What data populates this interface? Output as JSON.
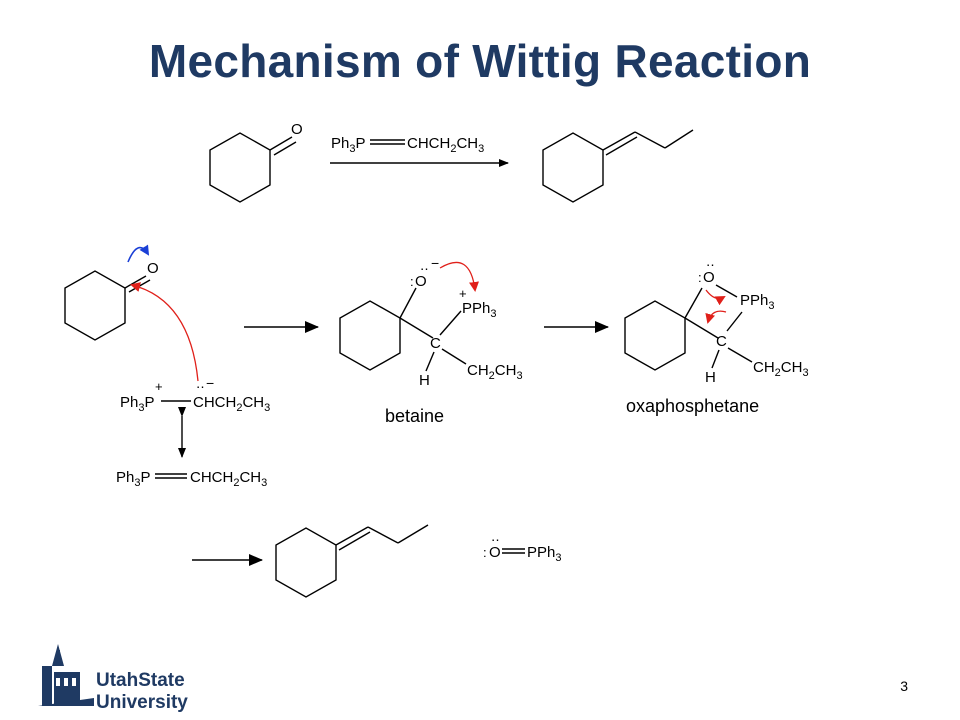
{
  "slide": {
    "title": "Mechanism of Wittig Reaction",
    "page_number": "3"
  },
  "reagent": {
    "ylide_left": "Ph3P",
    "ylide_right": "CHCH2CH3"
  },
  "mechanism": {
    "carbonyl_O": "O",
    "ylide_zwitterion_left": "Ph3P",
    "ylide_zwitterion_right": "CHCH2CH3",
    "ylide_neutral_left": "Ph3P",
    "ylide_neutral_right": "CHCH2CH3",
    "betaine_label": "betaine",
    "oxaphosphetane_label": "oxaphosphetane",
    "pph3": "PPh3",
    "carbon": "C",
    "hydrogen": "H",
    "ethyl": "CH2CH3"
  },
  "products": {
    "byproduct_O": "O",
    "byproduct_P": "PPh3"
  },
  "logo": {
    "line1": "UtahState",
    "line2": "University"
  },
  "colors": {
    "title": "#1f3a63",
    "arrow_red": "#e0201a",
    "arrow_blue": "#1a3fd6"
  }
}
